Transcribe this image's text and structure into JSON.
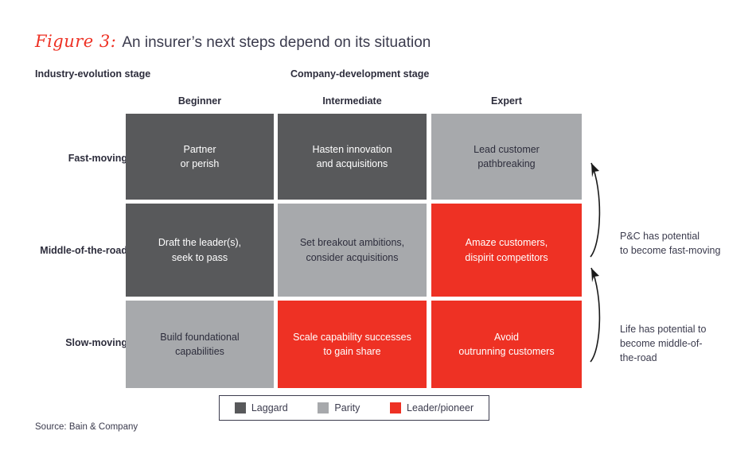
{
  "title": {
    "label": "Figure 3:",
    "headline": "An insurer’s next steps depend on its situation"
  },
  "axes": {
    "row_axis_caption": "Industry-evolution stage",
    "column_axis_caption": "Company-development stage",
    "column_headers": [
      "Beginner",
      "Intermediate",
      "Expert"
    ],
    "row_headers": [
      "Fast-moving",
      "Middle-of-the-road",
      "Slow-moving"
    ]
  },
  "matrix": {
    "rows": [
      {
        "row_header": "Fast-moving",
        "cells": [
          {
            "text": "Partner\nor perish",
            "level": "Laggard",
            "color": "#58595b"
          },
          {
            "text": "Hasten innovation\nand acquisitions",
            "level": "Laggard",
            "color": "#58595b"
          },
          {
            "text": "Lead customer\npathbreaking",
            "level": "Parity",
            "color": "#a7a9ac"
          }
        ]
      },
      {
        "row_header": "Middle-of-the-road",
        "cells": [
          {
            "text": "Draft the leader(s),\nseek to pass",
            "level": "Laggard",
            "color": "#58595b"
          },
          {
            "text": "Set breakout ambitions,\nconsider acquisitions",
            "level": "Parity",
            "color": "#a7a9ac"
          },
          {
            "text": "Amaze customers,\ndispirit competitors",
            "level": "Leader/pioneer",
            "color": "#ee3124"
          }
        ]
      },
      {
        "row_header": "Slow-moving",
        "cells": [
          {
            "text": "Build foundational\ncapabilities",
            "level": "Parity",
            "color": "#a7a9ac"
          },
          {
            "text": "Scale capability successes\nto gain share",
            "level": "Leader/pioneer",
            "color": "#ee3124"
          },
          {
            "text": "Avoid\noutrunning customers",
            "level": "Leader/pioneer",
            "color": "#ee3124"
          }
        ]
      }
    ]
  },
  "annotations": [
    {
      "text": "P&C has potential\nto become fast-moving",
      "arrow": "curved-up-arrow-icon"
    },
    {
      "text": "Life has potential to\nbecome middle-of-\nthe-road",
      "arrow": "curved-up-arrow-icon"
    }
  ],
  "legend": {
    "items": [
      {
        "label": "Laggard",
        "color": "#58595b"
      },
      {
        "label": "Parity",
        "color": "#a7a9ac"
      },
      {
        "label": "Leader/pioneer",
        "color": "#ee3124"
      }
    ]
  },
  "source": "Source: Bain & Company",
  "colors": {
    "accent_red": "#ee3124",
    "dark_gray": "#58595b",
    "light_gray": "#a7a9ac",
    "text": "#3b3b4d"
  },
  "chart_data": {
    "type": "heatmap",
    "title": "An insurer’s next steps depend on its situation",
    "xlabel": "Company-development stage",
    "ylabel": "Industry-evolution stage",
    "categories_x": [
      "Beginner",
      "Intermediate",
      "Expert"
    ],
    "categories_y": [
      "Fast-moving",
      "Middle-of-the-road",
      "Slow-moving"
    ],
    "legend_position": "bottom",
    "grid": false,
    "levels": [
      "Laggard",
      "Parity",
      "Leader/pioneer"
    ],
    "cells": [
      [
        "Laggard",
        "Laggard",
        "Parity"
      ],
      [
        "Laggard",
        "Parity",
        "Leader/pioneer"
      ],
      [
        "Parity",
        "Leader/pioneer",
        "Leader/pioneer"
      ]
    ],
    "cell_labels": [
      [
        "Partner or perish",
        "Hasten innovation and acquisitions",
        "Lead customer pathbreaking"
      ],
      [
        "Draft the leader(s), seek to pass",
        "Set breakout ambitions, consider acquisitions",
        "Amaze customers, dispirit competitors"
      ],
      [
        "Build foundational capabilities",
        "Scale capability successes to gain share",
        "Avoid outrunning customers"
      ]
    ],
    "annotations": [
      "P&C has potential to become fast-moving",
      "Life has potential to become middle-of-the-road"
    ]
  }
}
